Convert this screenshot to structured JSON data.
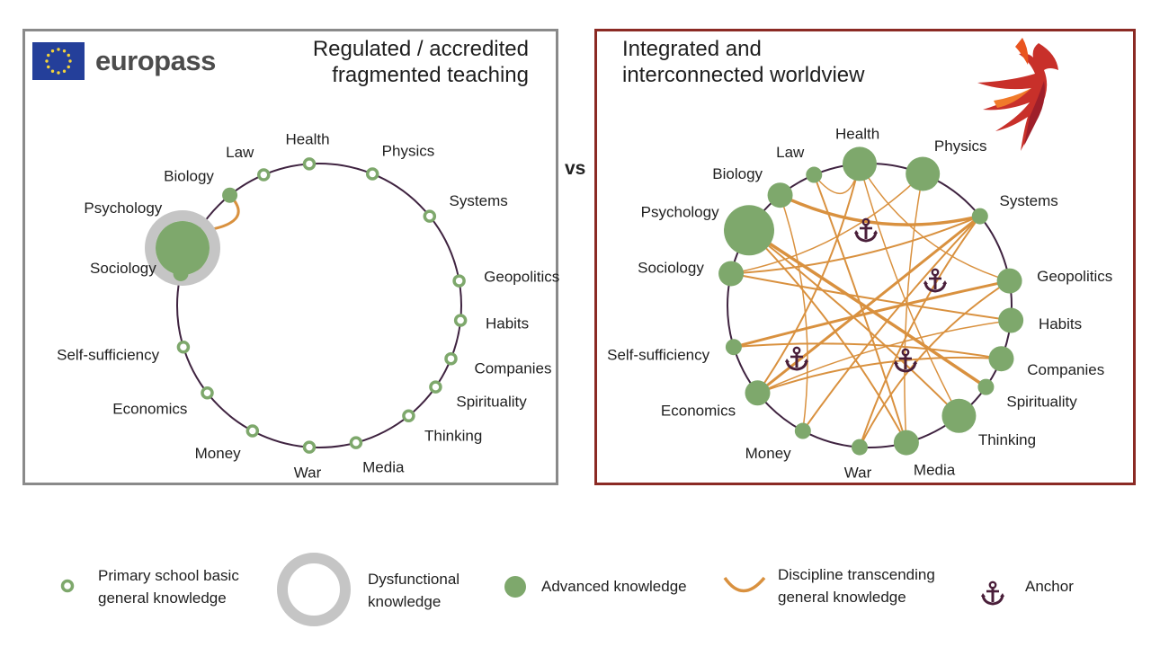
{
  "left_panel": {
    "title": "Regulated / accredited\nfragmented teaching",
    "logo_text": "europass"
  },
  "right_panel": {
    "title": "Integrated and\ninterconnected worldview"
  },
  "vs_text": "vs",
  "left_diagram": {
    "disciplines": [
      {
        "label": "Health",
        "level": "basic"
      },
      {
        "label": "Physics",
        "level": "basic"
      },
      {
        "label": "Systems",
        "level": "basic"
      },
      {
        "label": "Geopolitics",
        "level": "basic"
      },
      {
        "label": "Habits",
        "level": "basic"
      },
      {
        "label": "Companies",
        "level": "basic"
      },
      {
        "label": "Spirituality",
        "level": "basic"
      },
      {
        "label": "Thinking",
        "level": "basic"
      },
      {
        "label": "Media",
        "level": "basic"
      },
      {
        "label": "War",
        "level": "basic"
      },
      {
        "label": "Money",
        "level": "basic"
      },
      {
        "label": "Economics",
        "level": "basic"
      },
      {
        "label": "Self-sufficiency",
        "level": "basic"
      },
      {
        "label": "Sociology",
        "level": "advanced"
      },
      {
        "label": "Psychology",
        "level": "advanced-dysfunctional"
      },
      {
        "label": "Biology",
        "level": "advanced"
      },
      {
        "label": "Law",
        "level": "basic"
      }
    ],
    "links": [
      [
        "Biology",
        "Psychology"
      ],
      [
        "Psychology",
        "Sociology"
      ]
    ]
  },
  "right_diagram": {
    "disciplines": [
      {
        "label": "Health",
        "importance": 3
      },
      {
        "label": "Physics",
        "importance": 3
      },
      {
        "label": "Systems",
        "importance": 1
      },
      {
        "label": "Geopolitics",
        "importance": 2
      },
      {
        "label": "Habits",
        "importance": 2
      },
      {
        "label": "Companies",
        "importance": 2
      },
      {
        "label": "Spirituality",
        "importance": 1
      },
      {
        "label": "Thinking",
        "importance": 3
      },
      {
        "label": "Media",
        "importance": 2
      },
      {
        "label": "War",
        "importance": 1
      },
      {
        "label": "Money",
        "importance": 1
      },
      {
        "label": "Economics",
        "importance": 2
      },
      {
        "label": "Self-sufficiency",
        "importance": 1
      },
      {
        "label": "Sociology",
        "importance": 2
      },
      {
        "label": "Psychology",
        "importance": 4
      },
      {
        "label": "Biology",
        "importance": 2
      },
      {
        "label": "Law",
        "importance": 1
      }
    ],
    "anchors": 4
  },
  "legend": {
    "basic": "Primary school basic\ngeneral knowledge",
    "dysfunctional": "Dysfunctional\nknowledge",
    "advanced": "Advanced knowledge",
    "transcending": "Discipline transcending\ngeneral knowledge",
    "anchor": "Anchor"
  },
  "colors": {
    "green": "#7ea86c",
    "green_outline": "#6c9a5c",
    "orange": "#d9913f",
    "ring": "#3f2340",
    "anchor": "#4a1f3a",
    "dysfunctional_ring": "#c5c5c5",
    "left_border": "#8a8a8a",
    "right_border": "#8b2a24"
  },
  "icons": {
    "logo_left": "eu-flag-icon",
    "logo_right": "phoenix-icon",
    "anchor": "anchor-icon"
  }
}
